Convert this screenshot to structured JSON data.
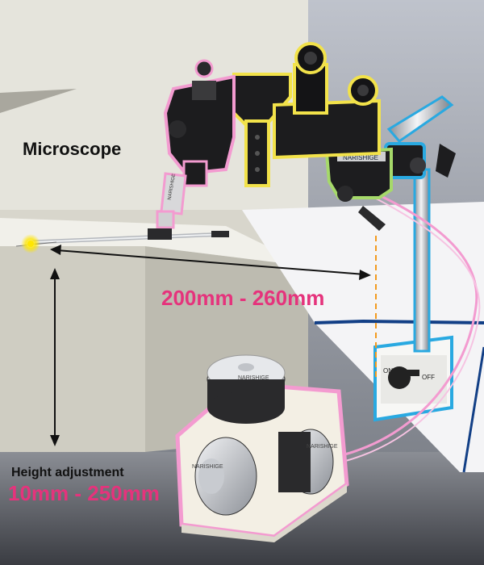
{
  "labels": {
    "microscope": "Microscope",
    "distance_range": "200mm - 260mm",
    "height_adjustment": "Height adjustment",
    "height_range": "10mm - 250mm"
  },
  "brand_marks": {
    "manipulator_plate": "NARISHIGE",
    "arm_plate": "NARISHIGE",
    "knob_top": "NARISHIGE",
    "knob_left": "NARISHIGE",
    "knob_right": "NARISHIGE",
    "magnet_switch": [
      "ON",
      "OFF"
    ]
  },
  "colors": {
    "accent_pink": "#e5337c",
    "outline_pink": "#f39bd0",
    "outline_yellow": "#f2e24a",
    "outline_green": "#a6d96a",
    "outline_cyan": "#29a9e1",
    "base_outline_navy": "#123f86",
    "laser_spot": "#ffe600",
    "guide_orange": "#f39a1e"
  },
  "icons": {
    "vertical_arrow": "double-headed-arrow-vertical",
    "horizontal_arrow": "double-headed-arrow-diagonal"
  }
}
